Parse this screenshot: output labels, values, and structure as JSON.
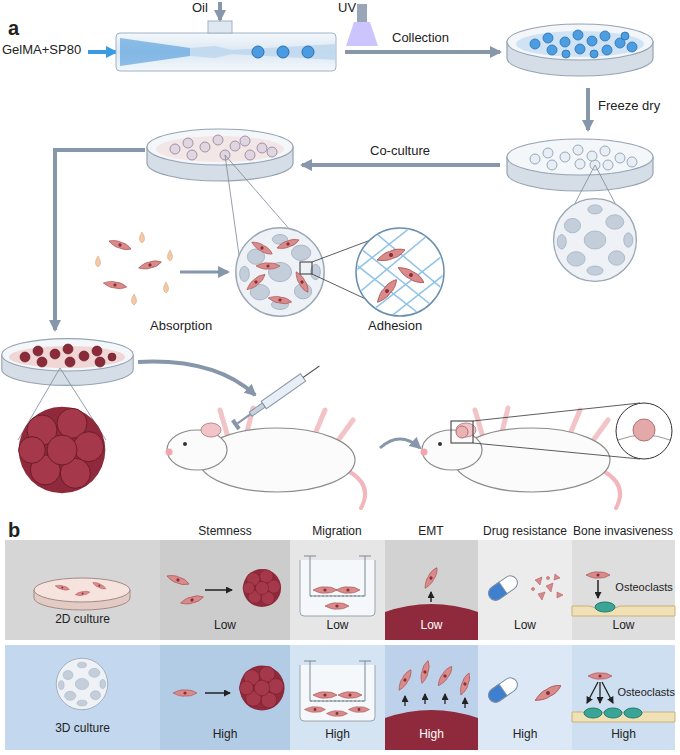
{
  "diagram": {
    "nodes": [
      {
        "text": [
          "2D culture"
        ]
      },
      {
        "text": [
          "Low"
        ]
      },
      {
        "text": [
          "Low"
        ]
      },
      {
        "text": [
          "Low"
        ]
      },
      {
        "text": [
          "Low"
        ]
      },
      {
        "text": [
          "Osteoclasts",
          "Low"
        ]
      },
      {
        "text": [
          "3D culture"
        ]
      },
      {
        "text": [
          "High"
        ]
      },
      {
        "text": [
          "High"
        ]
      },
      {
        "text": [
          "High"
        ]
      },
      {
        "text": [
          "High"
        ]
      },
      {
        "text": [
          "Osteoclasts",
          "High"
        ]
      }
    ],
    "labels": [
      "a",
      "Oil",
      "UV",
      "GelMA+SP80",
      "Collection",
      "Freeze dry",
      "Co-culture",
      "Absorption",
      "Adhesion",
      "b",
      "Stemness",
      "Migration",
      "EMT",
      "Drug resistance",
      "Bone invasiveness"
    ]
  }
}
